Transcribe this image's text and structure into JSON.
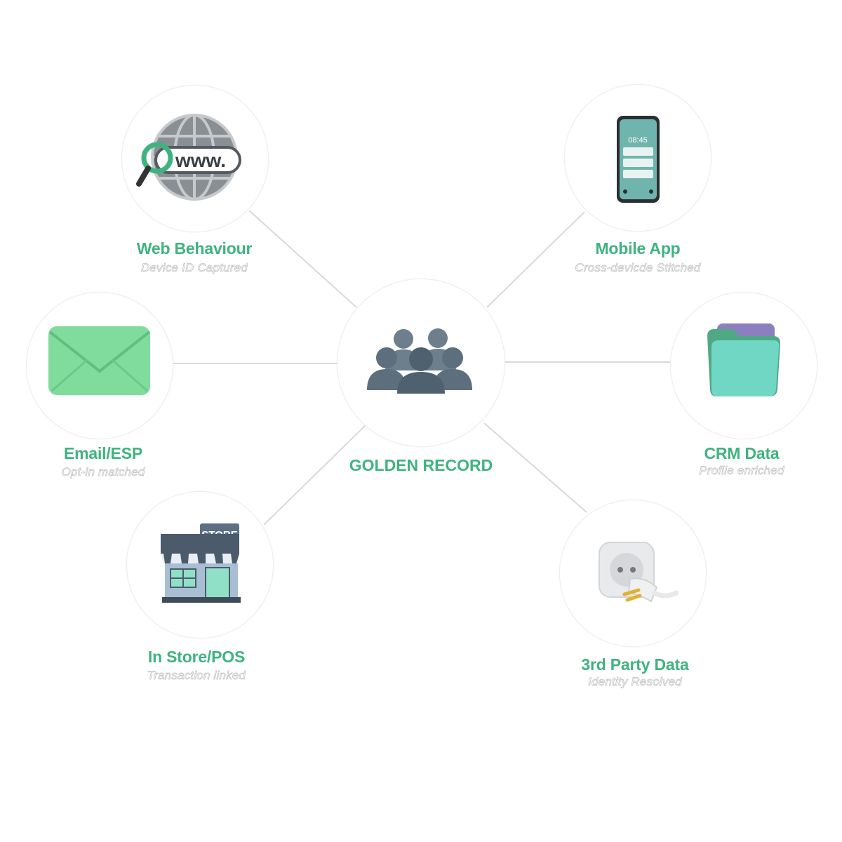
{
  "colors": {
    "accent": "#3fb37f",
    "subtitle_outline": "#bdbdbd",
    "connector": "#d9d9d9"
  },
  "center": {
    "title": "GOLDEN RECORD",
    "icon": "people-group-icon"
  },
  "sources": [
    {
      "title": "Web Behaviour",
      "subtitle": "Device ID Captured",
      "icon": "www-globe-icon"
    },
    {
      "title": "Mobile App",
      "subtitle": "Cross-devicde Stitched",
      "icon": "smartphone-icon",
      "phone_time": "08:45"
    },
    {
      "title": "Email/ESP",
      "subtitle": "Opt-in matched",
      "icon": "envelope-icon"
    },
    {
      "title": "CRM Data",
      "subtitle": "Profile enriched",
      "icon": "folder-icon"
    },
    {
      "title": "In Store/POS",
      "subtitle": "Transaction linked",
      "icon": "store-icon",
      "store_sign": "STORE"
    },
    {
      "title": "3rd Party Data",
      "subtitle": "Identity Resolved",
      "icon": "power-plug-icon"
    }
  ]
}
